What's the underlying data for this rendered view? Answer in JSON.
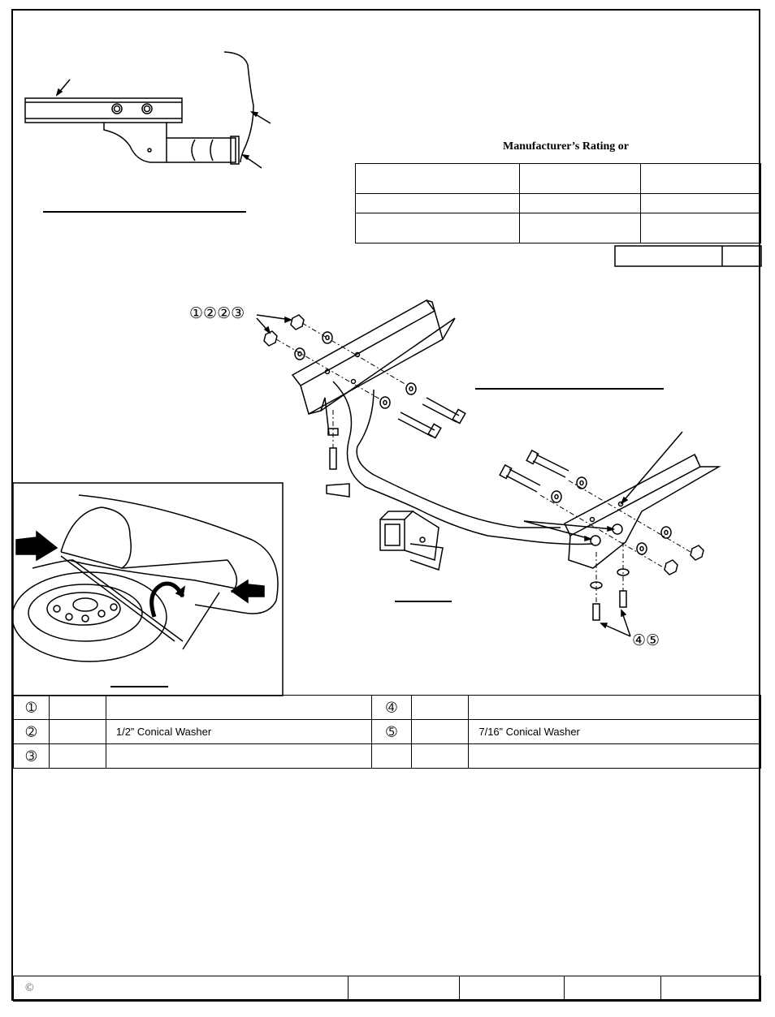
{
  "rating_section": {
    "heading": "Manufacturer’s Rating or"
  },
  "callouts": {
    "nut_washer_group": "①②②③",
    "bolt_group": "④⑤"
  },
  "parts_list": {
    "rows": [
      {
        "left_num": "➀",
        "left_desc": "",
        "right_num": "➃",
        "right_desc": ""
      },
      {
        "left_num": "➁",
        "left_desc": "1/2” Conical Washer",
        "right_num": "➄",
        "right_desc": "7/16” Conical Washer"
      },
      {
        "left_num": "➂",
        "left_desc": "",
        "right_num": "",
        "right_desc": ""
      }
    ]
  },
  "footer": {
    "copyright_symbol": "©"
  }
}
